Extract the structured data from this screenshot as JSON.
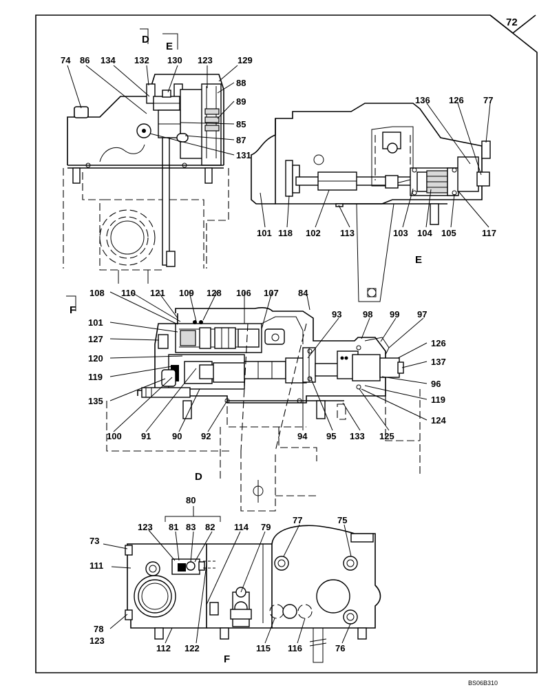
{
  "page_number": "72",
  "drawing_code": "BS06B310",
  "section_markers": {
    "d": "D",
    "e": "E",
    "f": "F"
  },
  "view_labels": {
    "e": "E",
    "d": "D",
    "f": "F"
  },
  "parts": {
    "p73": "73",
    "p74": "74",
    "p75": "75",
    "p76": "76",
    "p77a": "77",
    "p77b": "77",
    "p78": "78",
    "p79": "79",
    "p80": "80",
    "p81": "81",
    "p82": "82",
    "p83": "83",
    "p84": "84",
    "p85": "85",
    "p86": "86",
    "p87": "87",
    "p88": "88",
    "p89": "89",
    "p90": "90",
    "p91": "91",
    "p92": "92",
    "p93": "93",
    "p94": "94",
    "p95": "95",
    "p96": "96",
    "p97": "97",
    "p98": "98",
    "p99": "99",
    "p100": "100",
    "p101a": "101",
    "p101b": "101",
    "p102": "102",
    "p103": "103",
    "p104": "104",
    "p105": "105",
    "p106": "106",
    "p107": "107",
    "p108": "108",
    "p109": "109",
    "p110": "110",
    "p111": "111",
    "p112": "112",
    "p113": "113",
    "p114": "114",
    "p115": "115",
    "p116": "116",
    "p117": "117",
    "p118": "118",
    "p119a": "119",
    "p119b": "119",
    "p120": "120",
    "p121": "121",
    "p122": "122",
    "p123a": "123",
    "p123b": "123",
    "p123c": "123",
    "p124": "124",
    "p125": "125",
    "p126a": "126",
    "p126b": "126",
    "p127": "127",
    "p128": "128",
    "p129": "129",
    "p130": "130",
    "p131": "131",
    "p132": "132",
    "p133": "133",
    "p134": "134",
    "p135": "135",
    "p136": "136",
    "p137": "137"
  }
}
